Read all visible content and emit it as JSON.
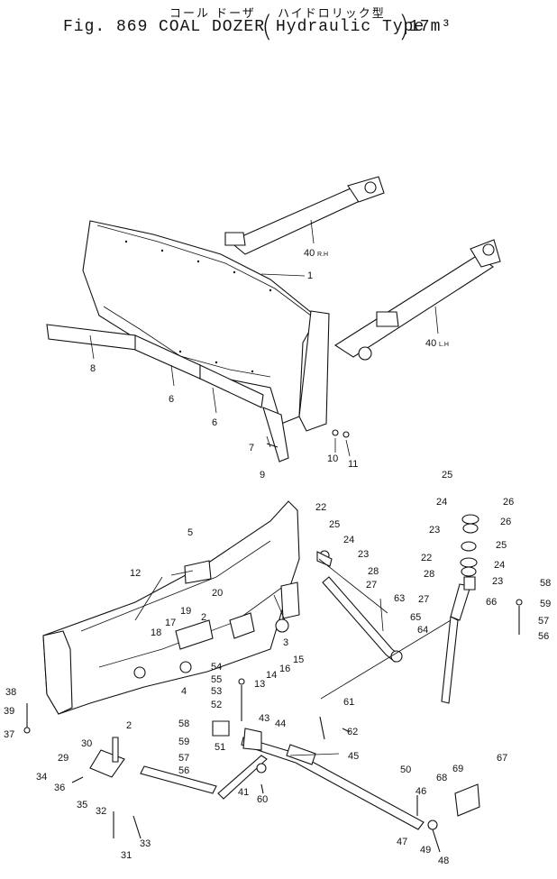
{
  "title": {
    "jp_main": "コール ドーザ",
    "jp_sub": "ハイドロリック型",
    "fig": "Fig. 869",
    "name": "COAL DOZER",
    "type": "Hydraulic Type",
    "size": "17m³"
  },
  "callouts": {
    "c1": "1",
    "c2": "2",
    "c2b": "2",
    "c3": "3",
    "c4": "4",
    "c5": "5",
    "c6a": "6",
    "c6b": "6",
    "c7": "7",
    "c8": "8",
    "c9": "9",
    "c10": "10",
    "c11": "11",
    "c12": "12",
    "c13": "13",
    "c14": "14",
    "c15": "15",
    "c16": "16",
    "c17": "17",
    "c18": "18",
    "c19": "19",
    "c20": "20",
    "c22a": "22",
    "c22b": "22",
    "c23a": "23",
    "c23b": "23",
    "c23c": "23",
    "c24a": "24",
    "c24b": "24",
    "c24c": "24",
    "c25a": "25",
    "c25b": "25",
    "c25c": "25",
    "c26a": "26",
    "c26b": "26",
    "c27a": "27",
    "c27b": "27",
    "c28a": "28",
    "c28b": "28",
    "c29": "29",
    "c30": "30",
    "c31": "31",
    "c32": "32",
    "c33": "33",
    "c34": "34",
    "c35": "35",
    "c36": "36",
    "c37": "37",
    "c38": "38",
    "c39": "39",
    "c40rh": "40",
    "c40rh_suf": "R.H",
    "c40lh": "40",
    "c40lh_suf": "L.H",
    "c41": "41",
    "c43": "43",
    "c44": "44",
    "c45": "45",
    "c46": "46",
    "c47": "47",
    "c48": "48",
    "c49": "49",
    "c50": "50",
    "c51": "51",
    "c52": "52",
    "c53": "53",
    "c54": "54",
    "c55": "55",
    "c56a": "56",
    "c56b": "56",
    "c57a": "57",
    "c57b": "57",
    "c58a": "58",
    "c58b": "58",
    "c59a": "59",
    "c59b": "59",
    "c60": "60",
    "c61": "61",
    "c62": "62",
    "c63": "63",
    "c64": "64",
    "c65": "65",
    "c66": "66",
    "c67": "67",
    "c68": "68",
    "c69": "69"
  }
}
